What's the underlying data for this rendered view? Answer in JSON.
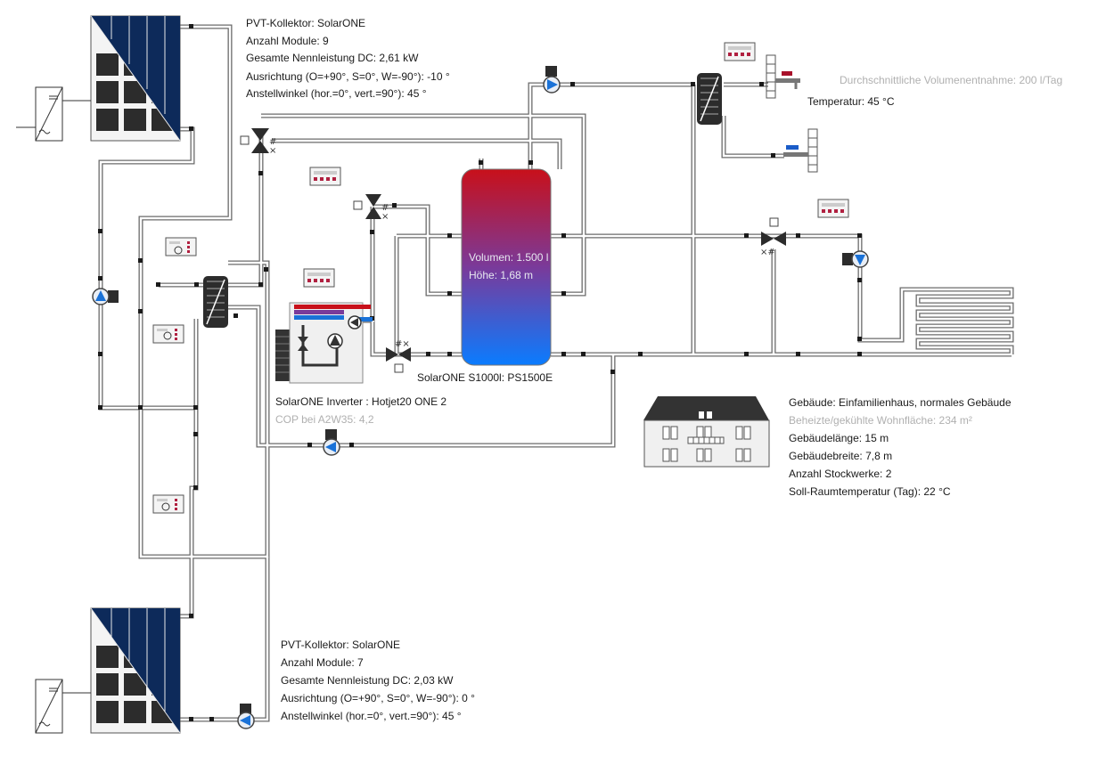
{
  "collector_top": {
    "title": "PVT-Kollektor: SolarONE",
    "modules": "Anzahl Module: 9",
    "power": "Gesamte Nennleistung DC: 2,61 kW",
    "orientation": "Ausrichtung (O=+90°, S=0°, W=-90°): -10 °",
    "tilt": "Anstellwinkel (hor.=0°, vert.=90°): 45 °"
  },
  "collector_bottom": {
    "title": "PVT-Kollektor: SolarONE",
    "modules": "Anzahl Module: 7",
    "power": "Gesamte Nennleistung DC: 2,03 kW",
    "orientation": "Ausrichtung (O=+90°, S=0°, W=-90°): 0 °",
    "tilt": "Anstellwinkel (hor.=0°, vert.=90°): 45 °"
  },
  "hot_water": {
    "consumption": "Durchschnittliche Volumenentnahme: 200 l/Tag",
    "temperature": "Temperatur: 45 °C"
  },
  "storage": {
    "volume": "Volumen: 1.500 l",
    "height": "Höhe: 1,68 m",
    "name": "SolarONE S1000l: PS1500E"
  },
  "heat_pump": {
    "name": "SolarONE Inverter : Hotjet20 ONE 2",
    "cop": "COP bei A2W35: 4,2"
  },
  "building": {
    "type": "Gebäude: Einfamilienhaus, normales Gebäude",
    "area": "Beheizte/gekühlte Wohnfläche: 234 m²",
    "length": "Gebäudelänge: 15 m",
    "width": "Gebäudebreite: 7,8 m",
    "floors": "Anzahl Stockwerke: 2",
    "room_temp": "Soll-Raumtemperatur (Tag): 22 °C"
  },
  "colors": {
    "collector_blue": "#0d2a5a",
    "tank_hot": "#c8101a",
    "tank_cold": "#0a7cff",
    "pump_blue": "#1a72d8",
    "hot_tap": "#a8102a",
    "cold_tap": "#1a5cc8",
    "controller_led": "#b02040"
  },
  "icons": [
    "pv-inverter-icon",
    "pump-icon",
    "three-way-valve-icon",
    "heat-exchanger-icon",
    "controller-icon",
    "hot-water-tap-icon",
    "cold-water-tap-icon",
    "floor-heating-icon",
    "house-icon"
  ]
}
